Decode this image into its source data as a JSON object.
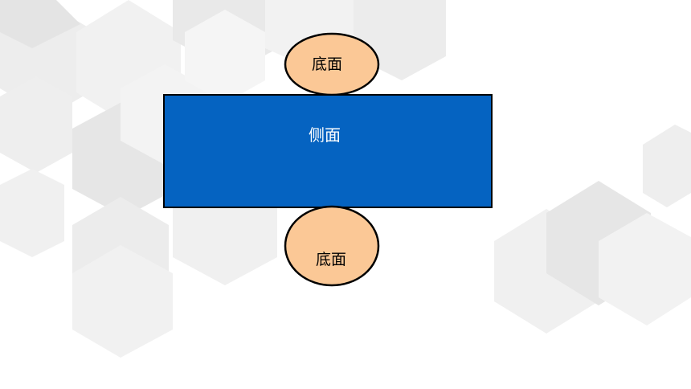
{
  "diagram": {
    "side_face_label": "侧面",
    "top_base_label": "底面",
    "bottom_base_label": "底面"
  },
  "colors": {
    "side_face_fill": "#0563c1",
    "base_fill": "#fbc896",
    "outline": "#000000",
    "background": "#ffffff",
    "hexagon_pattern": "#e8e8e8"
  }
}
